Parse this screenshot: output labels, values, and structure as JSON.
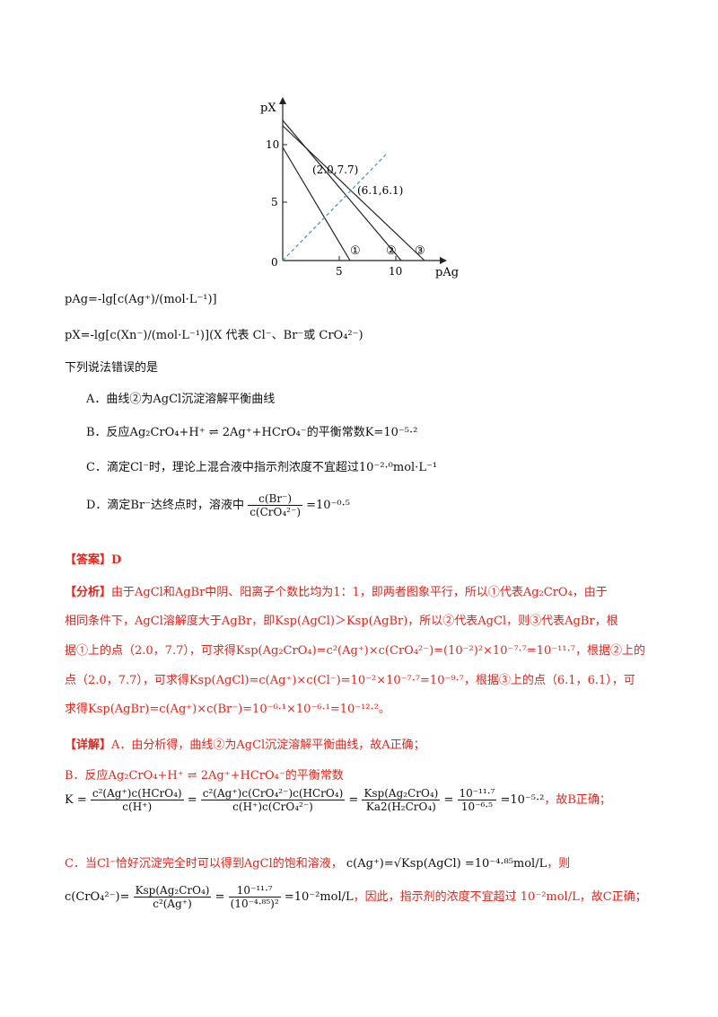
{
  "figure": {
    "y_axis_label": "pX",
    "x_axis_label": "pAg",
    "y_ticks": [
      "10",
      "5",
      "0"
    ],
    "x_ticks": [
      "5",
      "10"
    ],
    "point_a": "(2.0,7.7)",
    "point_b": "(6.1,6.1)",
    "curve_labels": [
      "①",
      "②",
      "③"
    ],
    "line_color": "#222222",
    "dashed_color": "#3a8ee6"
  },
  "defs": {
    "pag": "pAg=-lg[c(Ag⁺)/(mol·L⁻¹)]",
    "px": "pX=-lg[c(Xn⁻)/(mol·L⁻¹)](X 代表 Cl⁻、Br⁻或 CrO₄²⁻)"
  },
  "question": {
    "stem": "下列说法错误的是",
    "a": "A．曲线②为AgCl沉淀溶解平衡曲线",
    "b": "B．反应Ag₂CrO₄+H⁺ ⇌ 2Ag⁺+HCrO₄⁻的平衡常数K=10⁻⁵·²",
    "c": "C．滴定Cl⁻时，理论上混合液中指示剂浓度不宜超过10⁻²·⁰mol·L⁻¹",
    "d_prefix": "D．滴定Br⁻达终点时，溶液中",
    "d_num": "c(Br⁻)",
    "d_den": "c(CrO₄²⁻)",
    "d_suffix": "=10⁻⁰·⁵"
  },
  "answer": {
    "tag": "【答案】",
    "value": "D"
  },
  "analysis": {
    "tag": "【分析】",
    "l1": "由于AgCl和AgBr中阴、阳离子个数比均为1：1，即两者图象平行，所以①代表Ag₂CrO₄，由于",
    "l2": "相同条件下，AgCl溶解度大于AgBr，即Ksp(AgCl)＞Ksp(AgBr)，所以②代表AgCl，则③代表AgBr，根",
    "l3": "据①上的点（2.0，7.7），可求得Ksp(Ag₂CrO₄)=c²(Ag⁺)×c(CrO₄²⁻)=(10⁻²)²×10⁻⁷·⁷=10⁻¹¹·⁷，根据②上的",
    "l4": "点（2.0，7.7），可求得Ksp(AgCl)=c(Ag⁺)×c(Cl⁻)=10⁻²×10⁻⁷·⁷=10⁻⁹·⁷，根据③上的点（6.1，6.1），可",
    "l5": "求得Ksp(AgBr)=c(Ag⁺)×c(Br⁻)=10⁻⁶·¹×10⁻⁶·¹=10⁻¹²·²。"
  },
  "detail": {
    "tag": "【详解】",
    "a": "A．由分析得，曲线②为AgCl沉淀溶解平衡曲线，故A正确；",
    "b_head": "B．反应Ag₂CrO₄+H⁺ ⇌ 2Ag⁺+HCrO₄⁻的平衡常数",
    "b_k": "K =",
    "b_f1_num": "c²(Ag⁺)c(HCrO₄)",
    "b_f1_den": "c(H⁺)",
    "b_f2_num": "c²(Ag⁺)c(CrO₄²⁻)c(HCrO₄)",
    "b_f2_den": "c(H⁺)c(CrO₄²⁻)",
    "b_f3_num": "Ksp(Ag₂CrO₄)",
    "b_f3_den": "Ka2(H₂CrO₄)",
    "b_f4_num": "10⁻¹¹·⁷",
    "b_f4_den": "10⁻⁶·⁵",
    "b_result": "=10⁻⁵·²",
    "b_tail": "，故B正确；",
    "c_head": "C．当Cl⁻恰好沉淀完全时可以得到AgCl的饱和溶液，",
    "c_eq": "c(Ag⁺)=√Ksp(AgCl) =10⁻⁴·⁸⁵mol/L",
    "c_then": "，则",
    "c_lhs": "c(CrO₄²⁻)=",
    "c_f1_num": "Ksp(Ag₂CrO₄)",
    "c_f1_den": "c²(Ag⁺)",
    "c_f2_num": "10⁻¹¹·⁷",
    "c_f2_den": "(10⁻⁴·⁸⁵)²",
    "c_result": "=10⁻²mol/L",
    "c_tail": "，因此，指示剂的浓度不宜超过 10⁻²mol/L，故C正确；"
  }
}
